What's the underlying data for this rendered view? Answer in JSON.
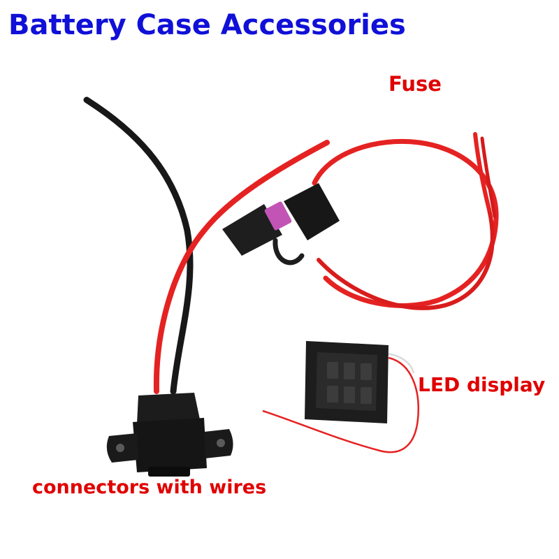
{
  "title": "Battery Case Accessories",
  "labels": {
    "fuse": "Fuse",
    "led_display": "LED display",
    "connectors": "connectors with wires"
  },
  "colors": {
    "title": "#1010d8",
    "label": "#e00000",
    "wire_red": "#e52222",
    "wire_black": "#181818",
    "fuse_pink": "#c254b5"
  }
}
